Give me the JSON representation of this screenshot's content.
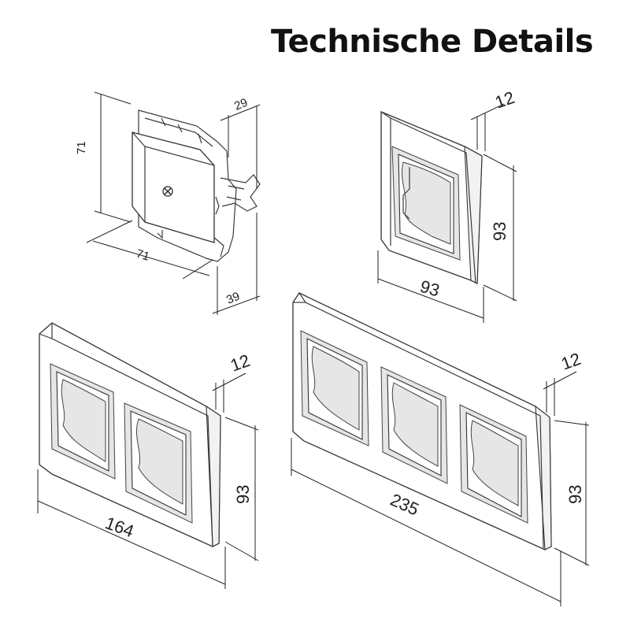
{
  "title": "Technische Details",
  "colors": {
    "line": "#333333",
    "text": "#111111",
    "background": "#ffffff"
  },
  "insert": {
    "height": "71",
    "width": "71",
    "top_depth": "29",
    "depth": "39"
  },
  "frame_1": {
    "depth": "12",
    "height": "93",
    "width": "93"
  },
  "frame_2": {
    "depth": "12",
    "height": "93",
    "width": "164"
  },
  "frame_3": {
    "depth": "12",
    "height": "93",
    "width": "235"
  }
}
